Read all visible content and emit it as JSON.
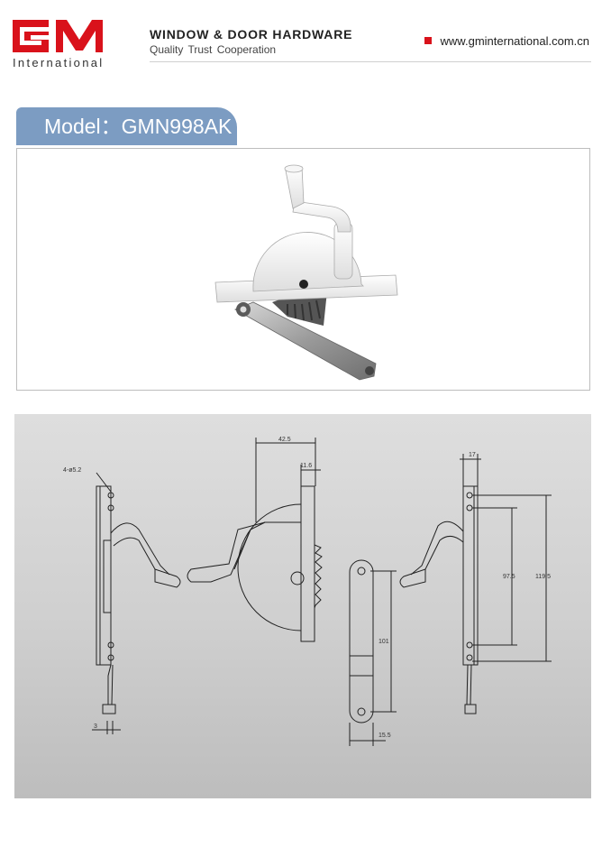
{
  "header": {
    "logo_text": "International",
    "brand_title": "WINDOW & DOOR HARDWARE",
    "brand_tagline": "Quality  Trust  Cooperation",
    "website": "www.gminternational.com.cn"
  },
  "model": {
    "label": "Model：GMN998AK"
  },
  "drawing": {
    "dims": {
      "holes": "4-ø5.2",
      "w_42_5": "42.5",
      "w_11_6": "11.6",
      "w_17": "17",
      "h_97_5": "97.5",
      "h_119_5": "119.5",
      "h_101": "101",
      "w_15_5": "15.5",
      "w_3": "3"
    }
  },
  "colors": {
    "accent": "#d9121b",
    "tab": "#7c9cc2",
    "rule": "#d0d0d0"
  }
}
